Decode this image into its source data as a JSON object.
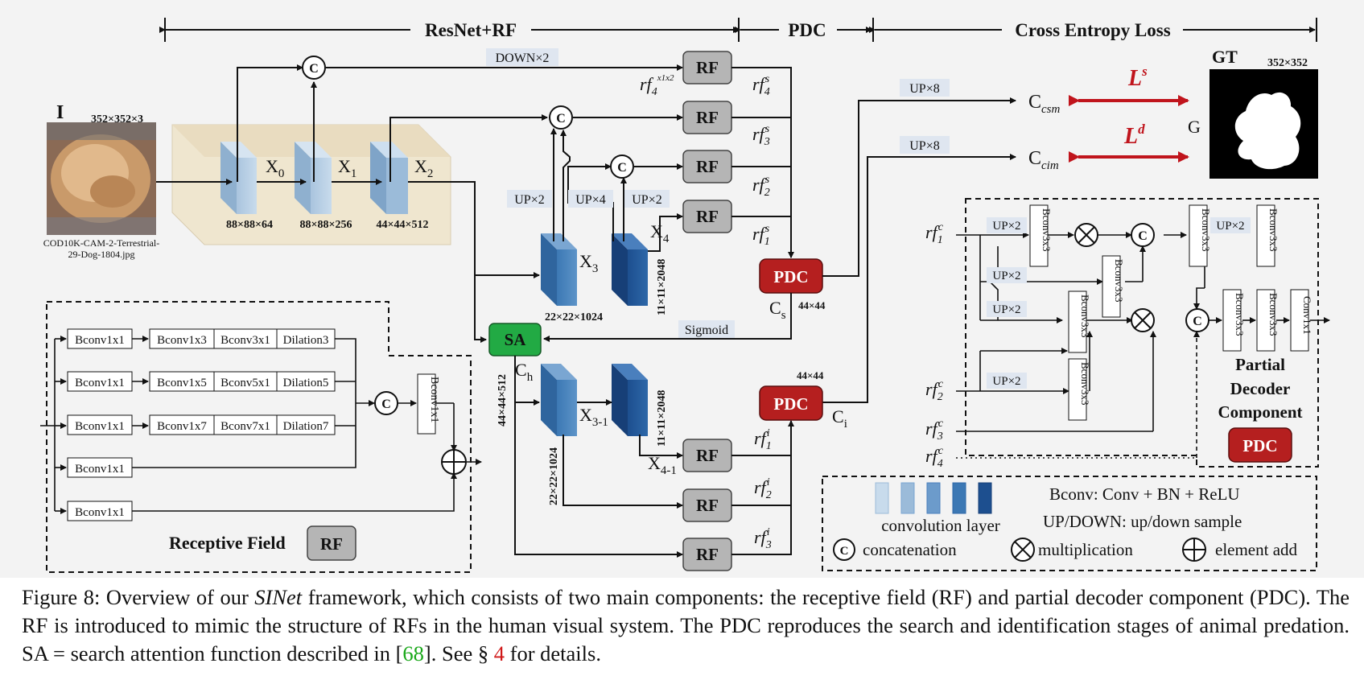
{
  "header": {
    "resnet_rf": "ResNet+RF",
    "pdc": "PDC",
    "cross_entropy": "Cross Entropy Loss"
  },
  "input": {
    "label": "I",
    "size": "352×352×3",
    "filename_line1": "COD10K-CAM-2-Terrestrial-",
    "filename_line2": "29-Dog-1804.jpg"
  },
  "backbone": {
    "x0": "X0",
    "x1": "X1",
    "x2": "X2",
    "x3": "X3",
    "x4": "X4",
    "x3_1": "X3-1",
    "x4_1": "X4-1",
    "dim_x0": "88×88×64",
    "dim_x1": "88×88×256",
    "dim_x2": "44×44×512",
    "dim_x3": "22×22×1024",
    "dim_x4": "11×11×2048",
    "dim_x3_1": "22×22×1024",
    "dim_x4_1": "11×11×2048",
    "dim_sa": "44×44×512"
  },
  "ops": {
    "down2": "DOWN×2",
    "up2_a": "UP×2",
    "up4": "UP×4",
    "up2_b": "UP×2",
    "sigmoid": "Sigmoid",
    "up8_a": "UP×8",
    "up8_b": "UP×8"
  },
  "rf_label": "RF",
  "rf_features": {
    "rf4_x1x2": "rf4x1x2",
    "s4": "rf4s",
    "s3": "rf3s",
    "s2": "rf2s",
    "s1": "rf1s",
    "i1": "rf1i",
    "i2": "rf2i",
    "i3": "rf3i"
  },
  "pdc_label": "PDC",
  "sa_label": "SA",
  "cs": "Cs",
  "ci": "Ci",
  "ch": "Ch",
  "dim_44_a": "44×44",
  "dim_44_b": "44×44",
  "outputs": {
    "ccsm": "Ccsm",
    "ccim": "Ccim",
    "ls": "Ls",
    "ld": "Ld",
    "g": "G",
    "gt": "GT",
    "gt_size": "352×352"
  },
  "receptive_field": {
    "title": "Receptive Field",
    "rf_badge": "RF",
    "branch1": [
      "Bconv1x1",
      "Bconv1x3",
      "Bconv3x1",
      "Dilation3"
    ],
    "branch2": [
      "Bconv1x1",
      "Bconv1x5",
      "Bconv5x1",
      "Dilation5"
    ],
    "branch3": [
      "Bconv1x1",
      "Bconv1x7",
      "Bconv7x1",
      "Dilation7"
    ],
    "branch4": "Bconv1x1",
    "branch5": "Bconv1x1",
    "concat_conv": "Bconv1x1"
  },
  "partial_decoder": {
    "title_line1": "Partial",
    "title_line2": "Decoder",
    "title_line3": "Component",
    "badge": "PDC",
    "rf1c": "rf1c",
    "rf2c": "rf2c",
    "rf3c": "rf3c",
    "rf4c": "rf4c",
    "up_labels": [
      "UP×2",
      "UP×2",
      "UP×2",
      "UP×2",
      "UP×2"
    ],
    "bconv": "Bconv3x3",
    "conv1x1": "Conv1x1"
  },
  "legend": {
    "conv_layer": "convolution layer",
    "bconv_def": "Bconv: Conv + BN + ReLU",
    "updown_def": "UP/DOWN: up/down sample",
    "concat": "concatenation",
    "mult": "multiplication",
    "add": "element add"
  },
  "caption": {
    "p1": "Figure 8:  Overview of our ",
    "p2": "SINet",
    "p3": " framework, which consists of two main components:  the receptive field (RF) and partial decoder component (PDC). The RF is introduced to mimic the structure of RFs in the human visual system.  The PDC reproduces the search and identification stages of animal predation. SA = search attention function described in [",
    "p4": "68",
    "p5": "]. See § ",
    "p6": "4",
    "p7": " for details."
  },
  "colors": {
    "rf_box": "#b5b5b5",
    "pdc_red": "#b51f1f",
    "sa_green": "#22aa44",
    "loss_red": "#c0141c",
    "label_bg": "#dfe6f0"
  }
}
